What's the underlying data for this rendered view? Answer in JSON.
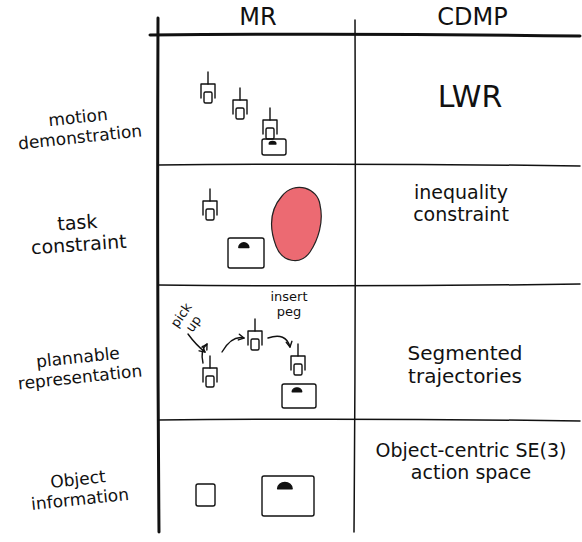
{
  "diagram": {
    "labels": [
      "MR",
      "CDMP",
      "motion demonstration",
      "LWR",
      "task constraint",
      "inequality constraint",
      "plannable representation",
      "Segmented trajectories",
      "Object information",
      "Object-centric SE(3) action space",
      "pick up",
      "insert peg"
    ]
  }
}
